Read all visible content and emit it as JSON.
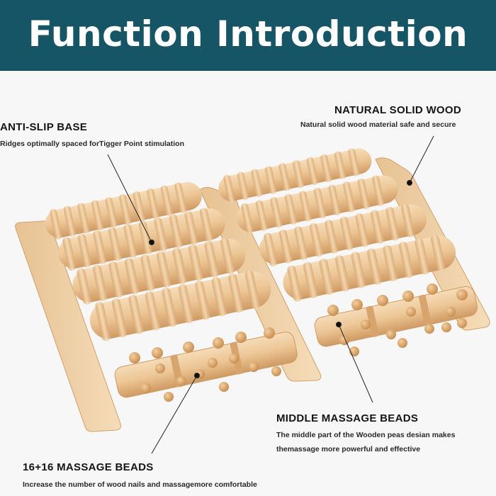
{
  "banner": {
    "title": "Function Introduction"
  },
  "callouts": {
    "anti_slip": {
      "title": "ANTI-SLIP BASE",
      "desc": "Ridges optimally spaced forTigger Point stimulation"
    },
    "natural_wood": {
      "title": "NATURAL SOLID WOOD",
      "desc": "Natural solid wood material safe and secure"
    },
    "middle_beads": {
      "title": "MIDDLE MASSAGE BEADS",
      "desc_line1": "The middle part of the Wooden peas desian makes",
      "desc_line2": "themassage more powerful and effective"
    },
    "beads_count": {
      "title": "16+16 MASSAGE BEADS",
      "desc": "Increase the number of wood nails and massagemore comfortable"
    }
  },
  "colors": {
    "banner": "#165565",
    "wood_light": "#f3d4ae",
    "wood_mid": "#e8bb86",
    "wood_dark": "#c98f57",
    "text": "#151515"
  }
}
